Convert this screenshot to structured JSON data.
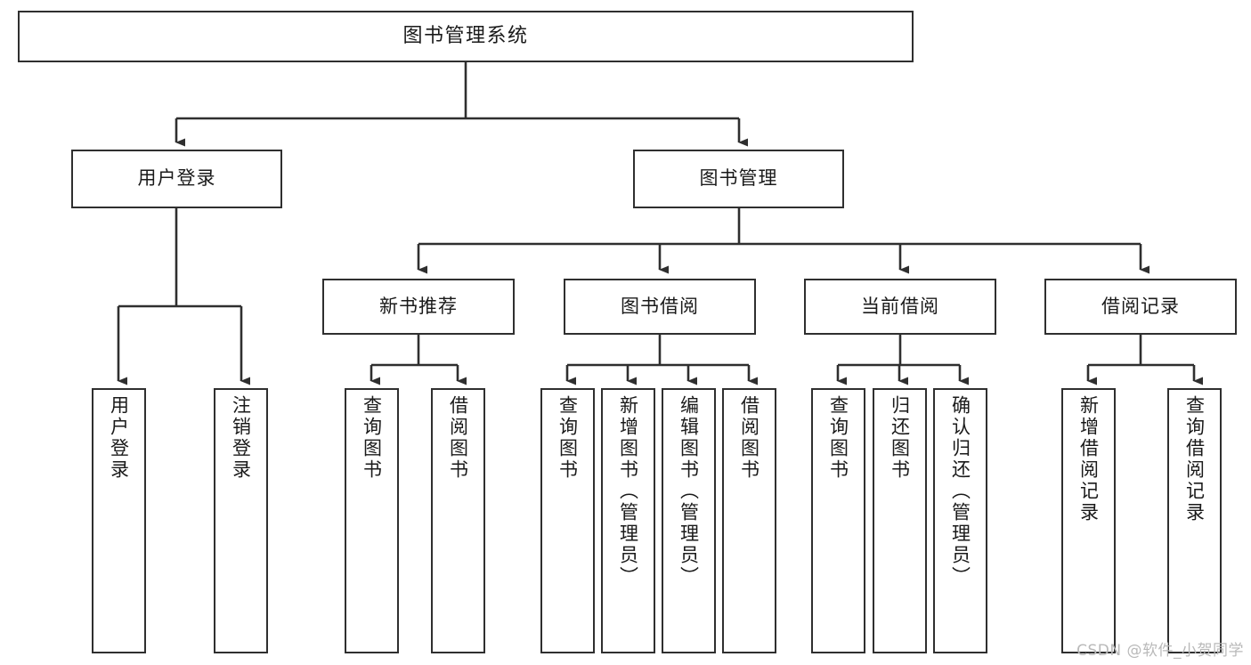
{
  "diagram": {
    "type": "tree",
    "title": "图书管理系统",
    "line_color": "#2f2f2f",
    "box_fill": "#ffffff",
    "text_color": "#1a1a1a",
    "watermark": "CSDN @软件_小贺同学"
  },
  "nodes": {
    "root": {
      "label": "图书管理系统"
    },
    "level1": [
      {
        "label": "用户登录"
      },
      {
        "label": "图书管理"
      }
    ],
    "level2": [
      {
        "label": "新书推荐"
      },
      {
        "label": "图书借阅"
      },
      {
        "label": "当前借阅"
      },
      {
        "label": "借阅记录"
      }
    ],
    "leaves": {
      "user_login": [
        {
          "label": "用户登录"
        },
        {
          "label": "注销登录"
        }
      ],
      "new_book_recommend": [
        {
          "label": "查询图书"
        },
        {
          "label": "借阅图书"
        }
      ],
      "book_borrow": [
        {
          "label": "查询图书"
        },
        {
          "label": "新增图书（管理员）"
        },
        {
          "label": "编辑图书（管理员）"
        },
        {
          "label": "借阅图书"
        }
      ],
      "current_borrow": [
        {
          "label": "查询图书"
        },
        {
          "label": "归还图书"
        },
        {
          "label": "确认归还（管理员）"
        }
      ],
      "borrow_record": [
        {
          "label": "新增借阅记录"
        },
        {
          "label": "查询借阅记录"
        }
      ]
    }
  }
}
